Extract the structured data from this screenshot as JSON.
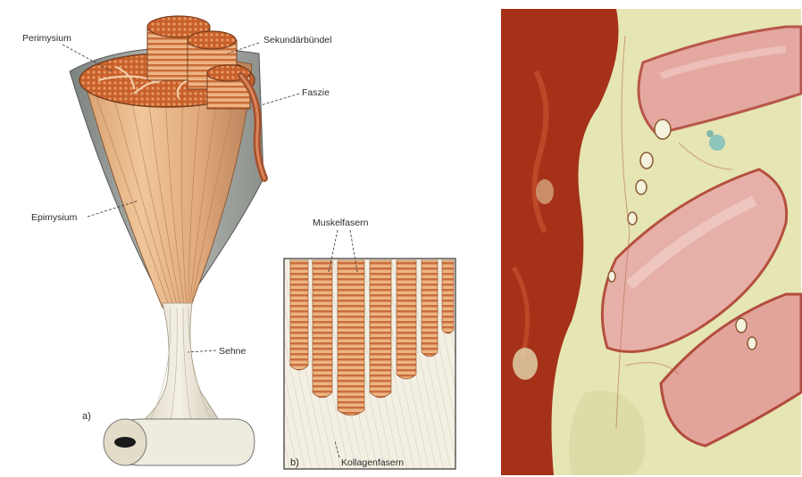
{
  "figure_a": {
    "panel_label": "a)",
    "labels": {
      "perimysium": "Perimysium",
      "sekundaerbuendel": "Sekundärbündel",
      "faszie": "Faszie",
      "epimysium": "Epimysium",
      "sehne": "Sehne"
    }
  },
  "figure_b": {
    "panel_label": "b)",
    "labels": {
      "muskelfasern": "Muskelfasern",
      "kollagenfasern": "Kollagenfasern"
    }
  },
  "colors": {
    "muscle_red": "#c86a3a",
    "muscle_light": "#e8a070",
    "tendon": "#ece6d6",
    "fascia": "#9a9f9a",
    "micrograph_red": "#a83418",
    "micrograph_pale": "#e4e4b4",
    "micrograph_pink": "#d89088",
    "stain_blue": "#70b8b8"
  }
}
